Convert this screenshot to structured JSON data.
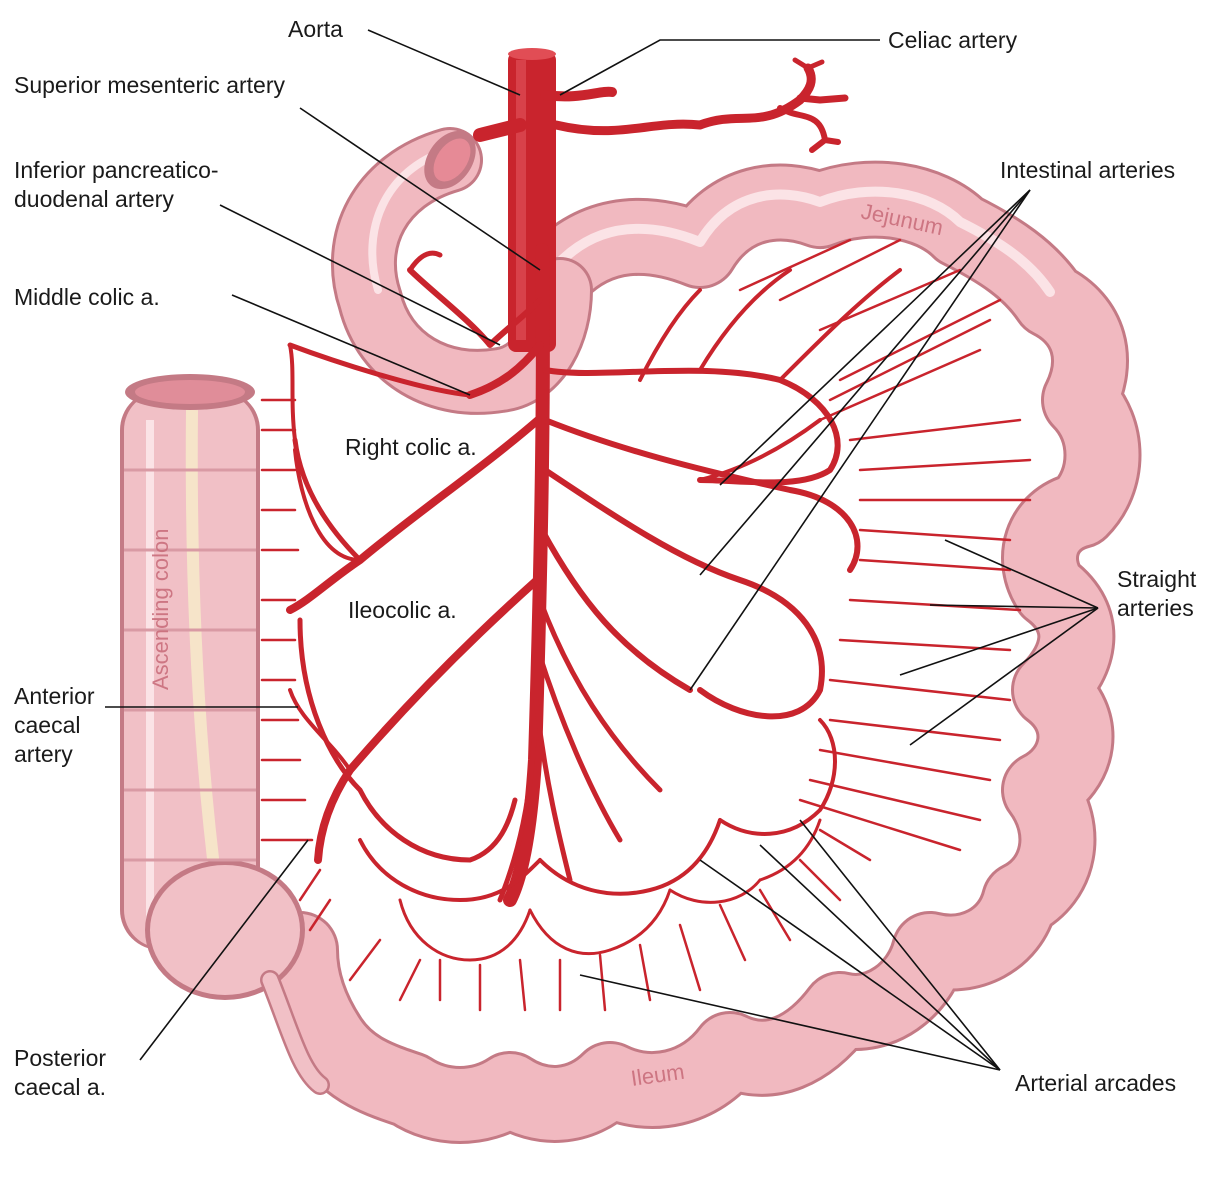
{
  "labels": {
    "aorta": "Aorta",
    "celiac_artery": "Celiac artery",
    "superior_mesenteric_artery": "Superior mesenteric artery",
    "inferior_pancreaticoduodenal_line1": "Inferior pancreatico-",
    "inferior_pancreaticoduodenal_line2": "duodenal artery",
    "middle_colic": "Middle colic a.",
    "intestinal_arteries": "Intestinal arteries",
    "right_colic": "Right colic a.",
    "ileocolic": "Ileocolic a.",
    "straight_arteries_line1": "Straight",
    "straight_arteries_line2": "arteries",
    "anterior_caecal_line1": "Anterior",
    "anterior_caecal_line2": "caecal",
    "anterior_caecal_line3": "artery",
    "posterior_caecal_line1": "Posterior",
    "posterior_caecal_line2": "caecal a.",
    "arterial_arcades": "Arterial arcades"
  },
  "organ_labels": {
    "jejunum": "Jejunum",
    "ileum": "Ileum",
    "ascending_colon": "Ascending colon"
  },
  "colors": {
    "artery": "#c9242d",
    "intestine": "#f3c3c8",
    "intestine_outline": "#c47a85",
    "leader_line": "#111111"
  }
}
